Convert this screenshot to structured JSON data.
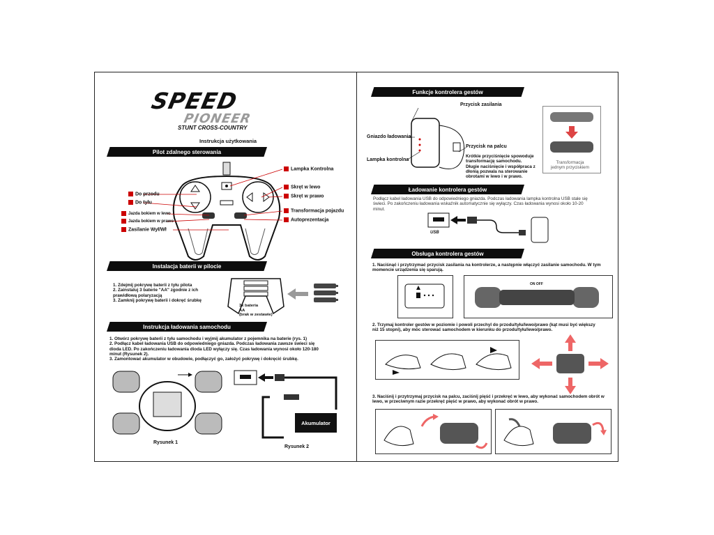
{
  "logo": {
    "line1": "SPEED",
    "line2": "PIONEER",
    "line3": "STUNT CROSS-COUNTRY"
  },
  "subtitle": "Instrukcja użytkowania",
  "left": {
    "banner_remote": "Pilot zdalnego sterowania",
    "remote_labels": {
      "lampka": "Lampka Kontrolna",
      "do_przodu": "Do przodu",
      "do_tylu": "Do tyłu",
      "skret_lewo": "Skręt w lewo",
      "skret_prawo": "Skręt w prawo",
      "bokiem_lewo": "Jazda bokiem w lewo",
      "bokiem_prawo": "Jazda bokiem w prawo",
      "transformacja": "Transformacja pojazdu",
      "autoprezentacja": "Autoprezentacja",
      "zasilanie": "Zasilanie Wył/Wł"
    },
    "banner_battery": "Instalacja baterii w pilocie",
    "battery_steps": [
      "1. Zdejmij pokrywę baterii z tyłu pilota",
      "2. Zainstaluj 3 baterie \"AA\" zgodnie z ich",
      "prawidłową polaryzacją",
      "3. Zamknij pokrywę baterii i dokręć śrubkę"
    ],
    "battery_note": [
      "3x bateria",
      "AA",
      "(brak w zestawie)"
    ],
    "banner_charging": "Instrukcja ładowania samochodu",
    "charging_steps": [
      "1. Otwórz pokrywę baterii z tyłu samochodu i wyjmij akumulator z pojemnika na baterie (rys. 1)",
      "2. Podłącz kabel ładowania USB do odpowiedniego gniazda. Podczas ładowania zawsze świeci się",
      "dioda LED.  Po zakończeniu ładowania dioda LED wyłączy się. Czas ładowania wynosi około 120-180",
      "minut (Rysunek 2).",
      "3. Zamontować akumulator w obudowie, podłączyć go, założyć pokrywę i dokręcić śrubkę."
    ],
    "akumulator": "Akumulator",
    "fig1": "Rysunek 1",
    "fig2": "Rysunek 2"
  },
  "right": {
    "banner_functions": "Funkcje kontrolera gestów",
    "przycisk_zasilania": "Przycisk zasilania",
    "gniazdo": "Gniazdo ładowania",
    "lampka": "Lampka kontrolna",
    "przycisk_palcu": "Przycisk na palcu",
    "palec_desc": [
      "Krótkie przyciśnięcie spowoduje",
      "transformację samochodu.",
      "Długie naciśnięcie i współpraca z",
      "dłonią pozwala na sterowanie",
      "obrotami w lewo i w prawo."
    ],
    "transform_caption": [
      "Transformacja",
      "jednym przyciskiem"
    ],
    "banner_charging": "Ładowanie kontrolera gestów",
    "charging_text": [
      "Podłącz kabel ładowania USB do odpowiedniego gniazda. Podczas ładowania lampka kontrolna USB stale się",
      "świeci. Po zakończeniu ładowania wskaźnik automatycznie się wyłączy. Czas ładowania wynosi około 10-20",
      "minut."
    ],
    "banner_usage": "Obsługa kontrolera gestów",
    "step1": [
      "1. Naciśnąć i przytrzymać przycisk zasilania na kontrolerze, a następnie włączyć zasilanie samochodu. W tym",
      "momencie urządzenia się sparują."
    ],
    "step2": [
      "2. Trzymaj kontroler gestów w poziomie i powoli przechyl do przodu/tyłu/lewo/prawo (kąt musi być większy",
      "niż 15 stopni), aby móc sterować samochodem w kierunku do przodu/tyłu/lewo/prawo."
    ],
    "step3": [
      "3. Naciśnij i przytrzymaj przycisk na palcu, zaciśnij pięść i przekręć w lewo, aby wykonać samochodem obrót w",
      "lewo, w przeciwnym razie przekręć pięść w prawo, aby wykonać obrót w prawo."
    ],
    "on_off": "ON OFF",
    "usb": "USB"
  }
}
